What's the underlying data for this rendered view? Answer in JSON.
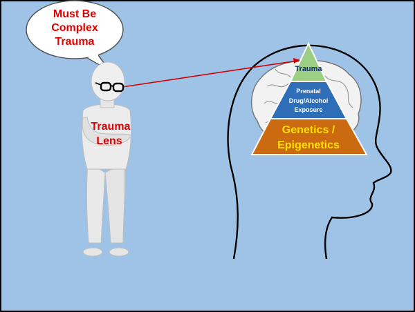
{
  "speech_bubble": {
    "lines": [
      "Must Be",
      "Complex",
      "Trauma"
    ]
  },
  "person": {
    "lens_lines": [
      "Trauma",
      "Lens"
    ]
  },
  "pyramid": {
    "top": {
      "label": "Trauma"
    },
    "middle": {
      "lines": [
        "Prenatal",
        "Drug/Alcohol",
        "Exposure"
      ]
    },
    "bottom": {
      "lines": [
        "Genetics /",
        "Epigenetics"
      ]
    }
  },
  "colors": {
    "background": "#9fc3e7",
    "label_red": "#e00000",
    "tier_top": "#9ccf84",
    "tier_middle": "#2e6eb8",
    "tier_bottom": "#cc6a12",
    "tier_bottom_text": "#ffe000"
  }
}
